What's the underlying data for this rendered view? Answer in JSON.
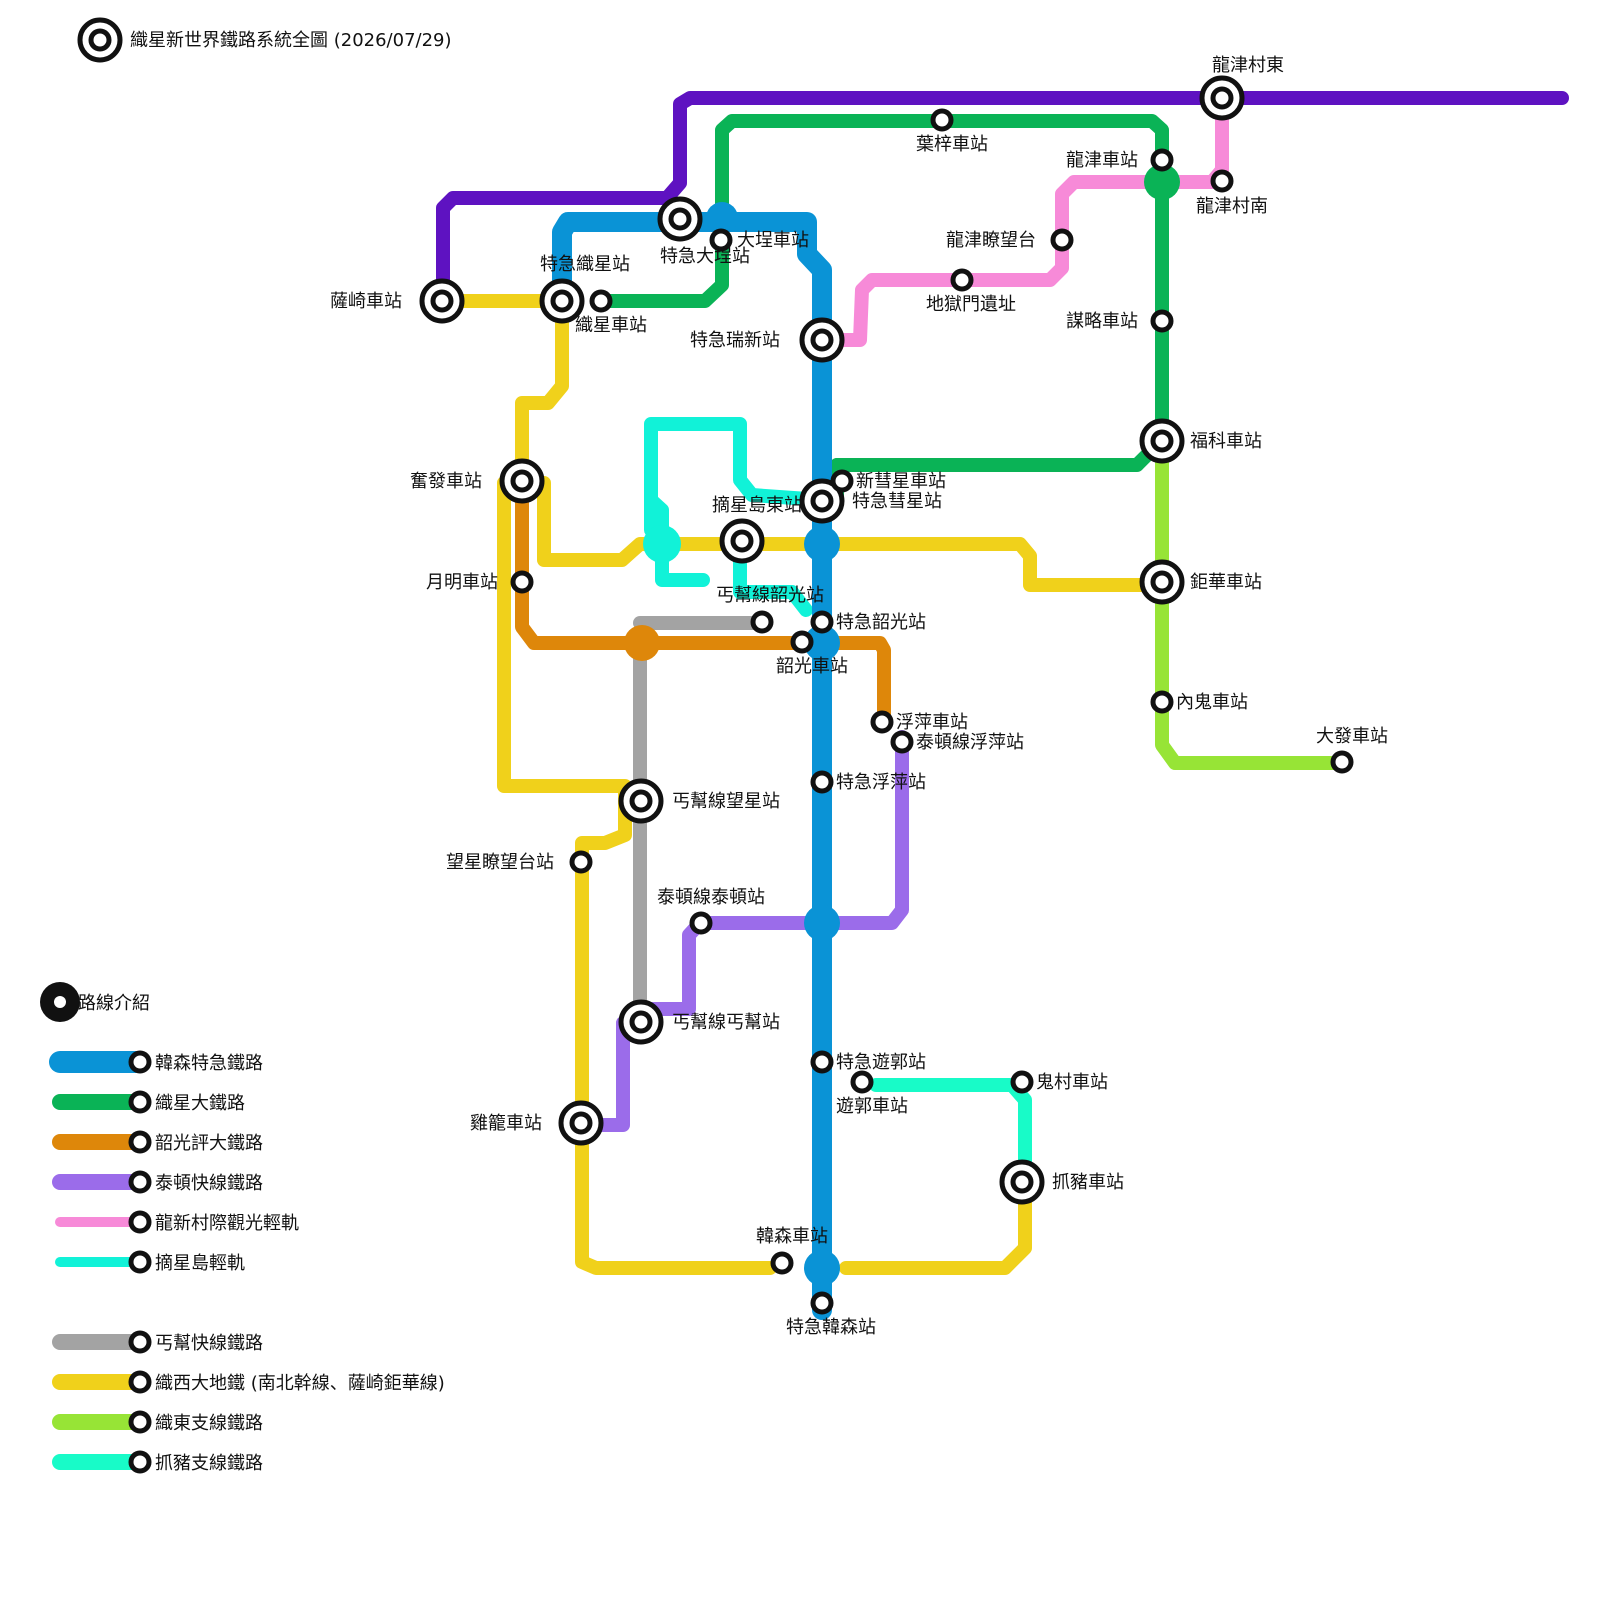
{
  "title": "織星新世界鐵路系統全圖 (2026/07/29)",
  "legend": {
    "heading": "路線介紹",
    "items": [
      {
        "label": "韓森特急鐵路",
        "color": "#0a93d6"
      },
      {
        "label": "織星大鐵路",
        "color": "#0ab356"
      },
      {
        "label": "韶光評大鐵路",
        "color": "#de870a"
      },
      {
        "label": "泰頓快線鐵路",
        "color": "#9b6cea"
      },
      {
        "label": "龍新村際觀光輕軌",
        "color": "#f78ad8"
      },
      {
        "label": "摘星島輕軌",
        "color": "#11f2d8"
      },
      {
        "label": "丐幫快線鐵路",
        "color": "#a3a3a3"
      },
      {
        "label": "織西大地鐵 (南北幹線、薩崎鉅華線)",
        "color": "#f0d11b"
      },
      {
        "label": "織東支線鐵路",
        "color": "#97e436"
      },
      {
        "label": "抓豬支線鐵路",
        "color": "#18fbc8"
      }
    ]
  },
  "stations": {
    "longjin_east": "龍津村東",
    "yezi": "葉梓車站",
    "longjin": "龍津車站",
    "longjin_south": "龍津村南",
    "longjin_lookout": "龍津瞭望台",
    "hell_gate": "地獄門遺址",
    "moulue": "謀略車站",
    "saqi": "薩崎車站",
    "express_zhixing": "特急織星站",
    "zhixing": "織星車站",
    "express_dacheng": "特急大埕站",
    "dacheng": "大埕車站",
    "express_ruixin": "特急瑞新站",
    "fenfa": "奮發車站",
    "zhaixing_east": "摘星島東站",
    "new_huixing": "新彗星車站",
    "express_huixing": "特急彗星站",
    "fuke": "福科車站",
    "yueming": "月明車站",
    "gaibang_shaoguang": "丐幫線韶光站",
    "express_shaoguang": "特急韶光站",
    "shaoguang": "韶光車站",
    "juhua": "鉅華車站",
    "fuping": "浮萍車站",
    "taidun_fuping": "泰頓線浮萍站",
    "neigui": "內鬼車站",
    "dafa": "大發車站",
    "express_fuping": "特急浮萍站",
    "gaibang_wangxing": "丐幫線望星站",
    "wangxing_lookout": "望星瞭望台站",
    "taidun_taidun": "泰頓線泰頓站",
    "gaibang_gaibang": "丐幫線丐幫站",
    "jilong": "雞籠車站",
    "express_yourguo": "特急遊郭站",
    "yourguo": "遊郭車站",
    "guicun": "鬼村車站",
    "zhuazhu": "抓豬車站",
    "hansen": "韓森車站",
    "express_hansen": "特急韓森站"
  }
}
